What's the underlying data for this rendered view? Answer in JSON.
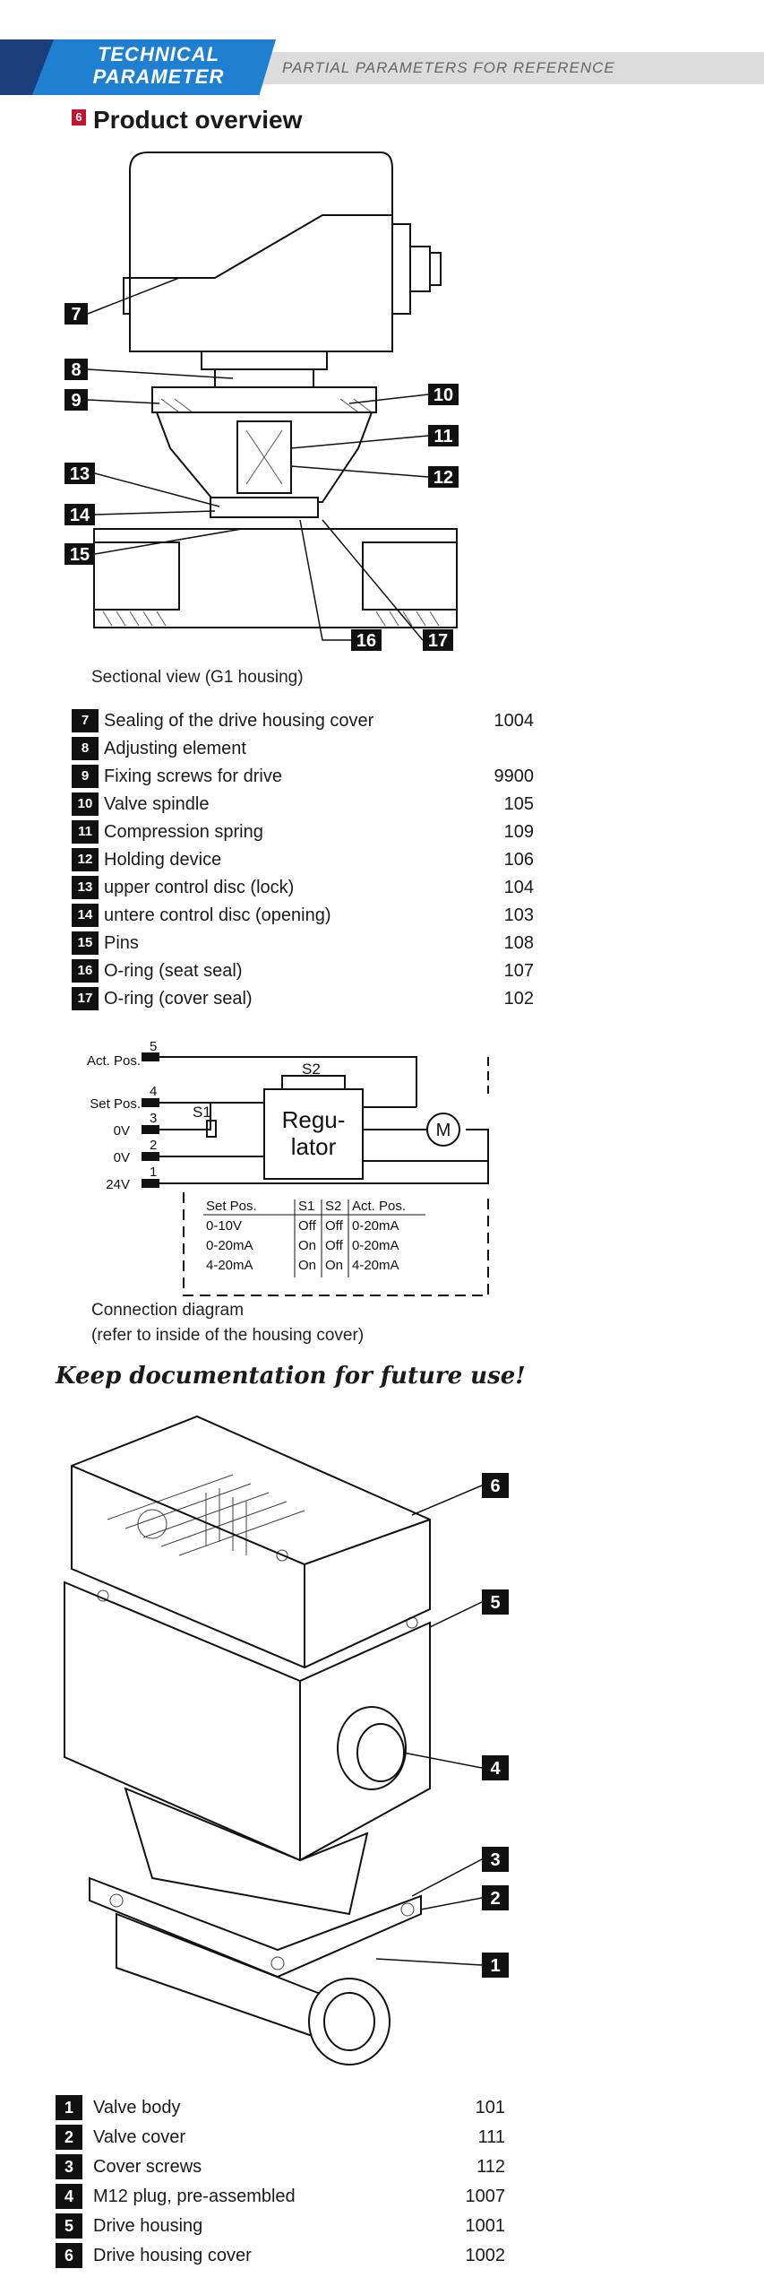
{
  "header": {
    "title_line1": "TECHNICAL",
    "title_line2": "PARAMETER",
    "subtitle": "PARTIAL PARAMETERS FOR REFERENCE"
  },
  "section": {
    "number": "6",
    "title": "Product overview"
  },
  "sectional_view": {
    "caption": "Sectional view (G1 housing)",
    "callouts": [
      "7",
      "8",
      "9",
      "10",
      "11",
      "12",
      "13",
      "14",
      "15",
      "16",
      "17"
    ],
    "parts": [
      {
        "num": "7",
        "label": "Sealing of the drive housing cover",
        "code": "1004"
      },
      {
        "num": "8",
        "label": "Adjusting element",
        "code": ""
      },
      {
        "num": "9",
        "label": "Fixing screws for drive",
        "code": "9900"
      },
      {
        "num": "10",
        "label": "Valve spindle",
        "code": "105"
      },
      {
        "num": "11",
        "label": "Compression spring",
        "code": "109"
      },
      {
        "num": "12",
        "label": "Holding device",
        "code": "106"
      },
      {
        "num": "13",
        "label": "upper control disc (lock)",
        "code": "104"
      },
      {
        "num": "14",
        "label": "untere control disc (opening)",
        "code": "103"
      },
      {
        "num": "15",
        "label": "Pins",
        "code": "108"
      },
      {
        "num": "16",
        "label": "O-ring (seat seal)",
        "code": "107"
      },
      {
        "num": "17",
        "label": "O-ring (cover seal)",
        "code": "102"
      }
    ]
  },
  "connection_diagram": {
    "terminal_labels": [
      "Act. Pos.",
      "Set Pos.",
      "0V",
      "0V",
      "24V"
    ],
    "terminal_numbers": [
      "5",
      "4",
      "3",
      "2",
      "1"
    ],
    "s1": "S1",
    "s2": "S2",
    "regulator_line1": "Regu-",
    "regulator_line2": "lator",
    "motor": "M",
    "table_headers": [
      "Set Pos.",
      "S1",
      "S2",
      "Act. Pos."
    ],
    "table_rows": [
      [
        "0-10V",
        "Off",
        "Off",
        "0-20mA"
      ],
      [
        "0-20mA",
        "On",
        "Off",
        "0-20mA"
      ],
      [
        "4-20mA",
        "On",
        "On",
        "4-20mA"
      ]
    ],
    "caption_line1": "Connection diagram",
    "caption_line2": "(refer to inside of the housing cover)"
  },
  "note": "Keep documentation for future use!",
  "exterior_view": {
    "callouts": [
      "6",
      "5",
      "4",
      "3",
      "2",
      "1"
    ],
    "parts": [
      {
        "num": "1",
        "label": "Valve body",
        "code": "101"
      },
      {
        "num": "2",
        "label": "Valve cover",
        "code": "111"
      },
      {
        "num": "3",
        "label": "Cover screws",
        "code": "112"
      },
      {
        "num": "4",
        "label": "M12 plug, pre-assembled",
        "code": "1007"
      },
      {
        "num": "5",
        "label": "Drive housing",
        "code": "1001"
      },
      {
        "num": "6",
        "label": "Drive housing cover",
        "code": "1002"
      }
    ]
  },
  "colors": {
    "header_blue": "#1f7fd0",
    "header_dark": "#1b3f7a",
    "section_red": "#c4122f"
  }
}
